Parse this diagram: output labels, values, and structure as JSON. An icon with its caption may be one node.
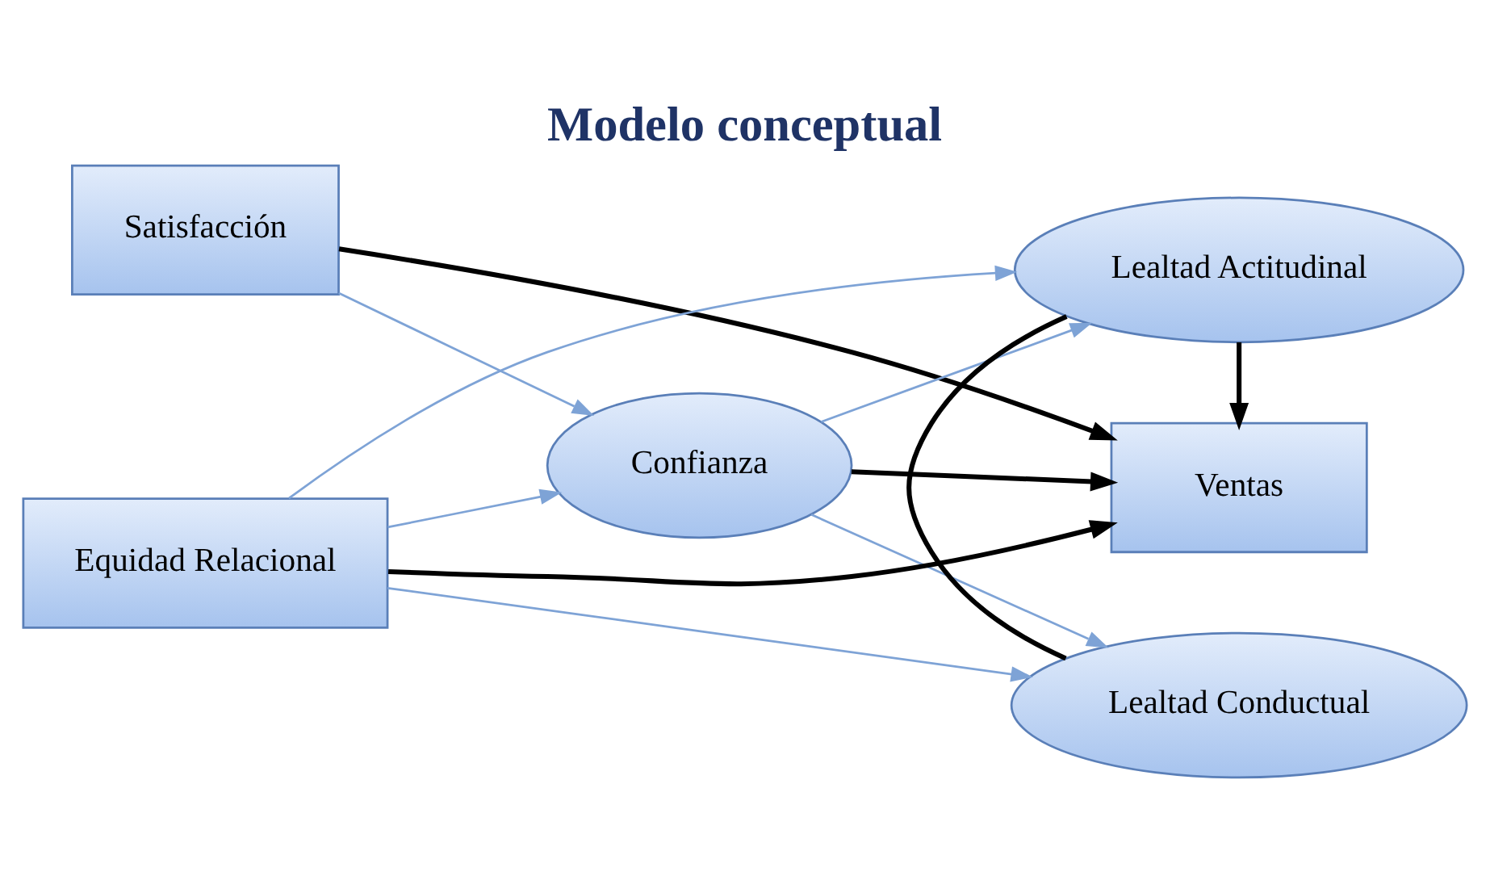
{
  "diagram": {
    "title": "Modelo conceptual",
    "nodes": [
      {
        "text": [
          "Ventas"
        ]
      },
      {
        "text": [
          "Satisfacción"
        ]
      },
      {
        "text": [
          "Confianza"
        ]
      },
      {
        "text": [
          "Lealtad Actitudinal"
        ]
      },
      {
        "text": [
          "Lealtad Conductual"
        ]
      },
      {
        "text": [
          "Equidad Relacional"
        ]
      }
    ],
    "edges": [
      {
        "from": 1,
        "to": 0,
        "arrow": "to",
        "style": "thick",
        "color": "#000000"
      },
      {
        "from": 1,
        "to": 2,
        "arrow": "to"
      },
      {
        "from": 2,
        "to": 0,
        "arrow": "to",
        "style": "thick",
        "color": "#000000"
      },
      {
        "from": 3,
        "to": 0,
        "arrow": "to",
        "style": "thick",
        "color": "#000000"
      },
      {
        "from": 5,
        "to": 0,
        "arrow": "to",
        "style": "thick",
        "color": "#000000"
      },
      {
        "from": 2,
        "to": 3,
        "arrow": "to"
      },
      {
        "from": 2,
        "to": 4,
        "arrow": "to"
      },
      {
        "from": 3,
        "to": 4,
        "arrow": "none",
        "style": "thick",
        "color": "#000000"
      },
      {
        "from": 5,
        "to": 2,
        "arrow": "to"
      },
      {
        "from": 5,
        "to": 3,
        "arrow": "to"
      },
      {
        "from": 5,
        "to": 4,
        "arrow": "to"
      }
    ]
  }
}
